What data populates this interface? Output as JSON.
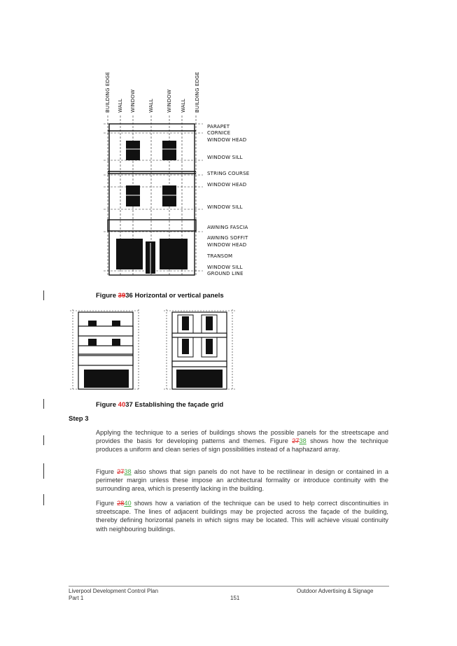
{
  "figure_a": {
    "vertical_labels": [
      "BUILDING EDGE",
      "WALL",
      "WINDOW",
      "WALL",
      "WINDOW",
      "WALL",
      "BUILDING EDGE"
    ],
    "side_labels": [
      "PARAPET",
      "CORNICE",
      "WINDOW HEAD",
      "WINDOW SILL",
      "STRING COURSE",
      "WINDOW HEAD",
      "WINDOW SILL",
      "AWNING FASCIA",
      "AWNING SOFFIT",
      "WINDOW HEAD",
      "TRANSOM",
      "WINDOW SILL",
      "GROUND LINE"
    ]
  },
  "caption1": {
    "prefix": "Figure ",
    "old": "39",
    "new": "36",
    "text": " Horizontal or vertical panels"
  },
  "caption2": {
    "prefix": "Figure ",
    "new": "40",
    "old": "37",
    "text": " Establishing the façade grid"
  },
  "step_heading": "Step 3",
  "p1": {
    "a": "Applying the technique to a series of buildings shows the possible panels for the streetscape and provides the basis for developing patterns and themes.  Figure ",
    "del": "27",
    "ins": "38",
    "b": " shows how the technique produces a uniform and clean series of sign possibilities instead of a haphazard array."
  },
  "p2": {
    "a": "Figure ",
    "del": "27",
    "ins": "38",
    "b": " also shows that sign panels do not have to be rectilinear in design or contained in a perimeter margin unless these impose an architectural formality or introduce continuity with the surrounding area, which is presently lacking in the building."
  },
  "p3": {
    "a": "Figure ",
    "del": "28",
    "ins": "40",
    "b": " shows how a variation of the technique can be used to help correct discontinuities in streetscape. The lines of adjacent buildings may be projected across the façade of the building, thereby defining horizontal panels in which signs may be located. This will achieve visual continuity with neighbouring buildings."
  },
  "footer": {
    "left1": "Liverpool Development Control Plan",
    "left2": "Part 1",
    "page": "151",
    "right": "Outdoor Advertising & Signage"
  }
}
